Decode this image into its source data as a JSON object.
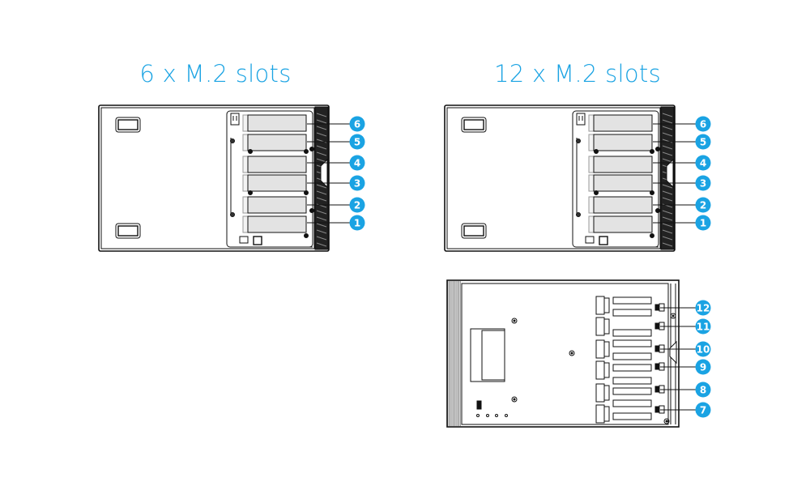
{
  "left_title": "6 x M.2 slots",
  "right_title": "12 x M.2 slots",
  "colors": {
    "accent": "#1aa3e3",
    "line": "#111111",
    "slot_fill": "#e3e3e3"
  },
  "top_view_slots": [
    "6",
    "5",
    "4",
    "3",
    "2",
    "1"
  ],
  "bottom_view_slots": [
    "12",
    "11",
    "10",
    "9",
    "8",
    "7"
  ]
}
